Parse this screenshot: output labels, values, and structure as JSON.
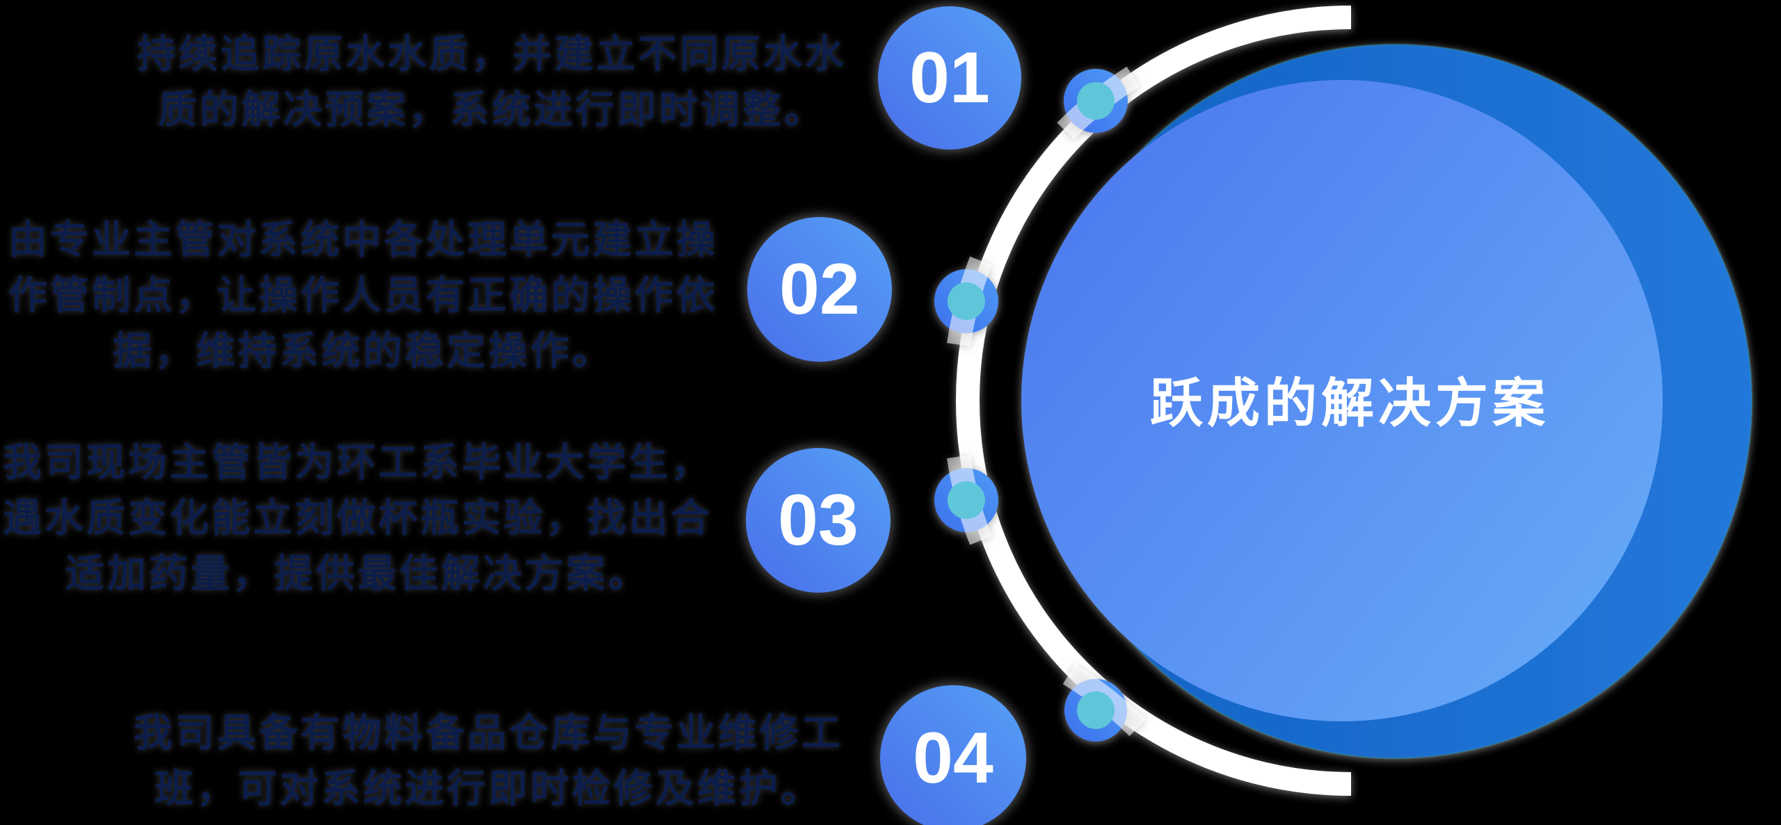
{
  "background_color": "#000000",
  "center": {
    "title": "跃成的解决方案",
    "title_color": "#ffffff",
    "inner_gradient": [
      "#4b78ee",
      "#67abf8"
    ],
    "outer_gradient": [
      "#1261c3",
      "#2478da"
    ]
  },
  "arc": {
    "color": "#ffffff",
    "node_outer_gradient": [
      "#3b70ed",
      "#4f9af5"
    ],
    "node_inner_color": "#5fc6d9",
    "node_count": 4
  },
  "steps": [
    {
      "number": "01",
      "text": "持续追踪原水水质，并建立不同原水水\n质的解决预案，系统进行即时调整。"
    },
    {
      "number": "02",
      "text": "由专业主管对系统中各处理单元建立操\n作管制点，让操作人员有正确的操作依\n据，维持系统的稳定操作。"
    },
    {
      "number": "03",
      "text": "我司现场主管皆为环工系毕业大学生，\n遇水质变化能立刻做杯瓶实验，找出合\n适加药量，提供最佳解决方案。"
    },
    {
      "number": "04",
      "text": "我司具备有物料备品仓库与专业维修工\n班，可对系统进行即时检修及维护。"
    }
  ],
  "text_color": "#0c1d4a",
  "badge_number_color": "#ffffff"
}
